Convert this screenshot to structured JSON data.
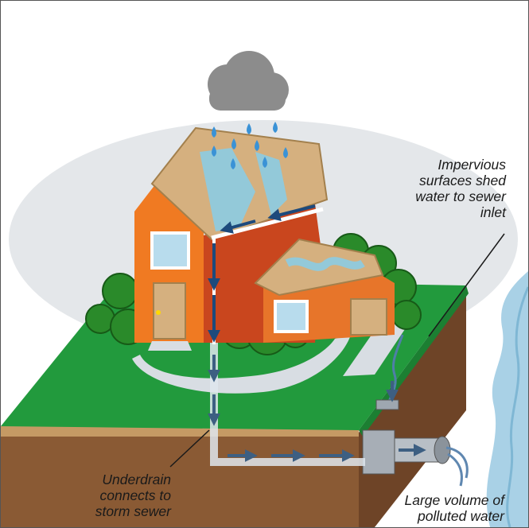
{
  "callouts": {
    "impervious": [
      "Impervious",
      "surfaces shed",
      "water to sewer",
      "inlet"
    ],
    "underdrain": [
      "Underdrain",
      "connects to",
      "storm sewer"
    ],
    "large_volume": [
      "Large volume of",
      "polluted water"
    ]
  },
  "colors": {
    "sky_halo": "#e4e7ea",
    "lawn": "#229a3d",
    "soil": "#8a5a34",
    "house_front": "#f07a22",
    "house_side": "#c9461e",
    "roof": "#d5b07f",
    "runoff": "#93c9d9",
    "arrow": "#1d4a7c",
    "river": "#a9d1e6",
    "cloud": "#8c8c8c"
  }
}
